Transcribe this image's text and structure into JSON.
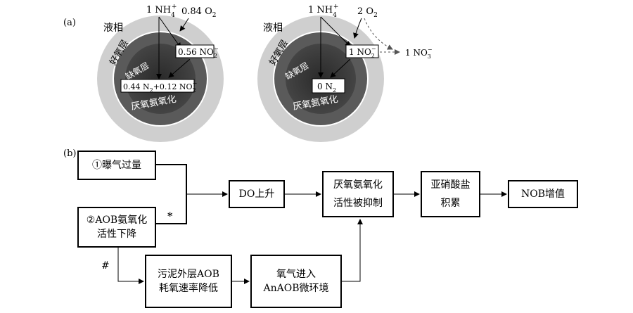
{
  "panel_a": {
    "label": "(a)",
    "left": {
      "liquid": "液相",
      "aerobic": "好氧层",
      "anoxic": "缺氧层",
      "anammox": "厌氧氨氧化",
      "nh4": "1 NH",
      "o2": "0.84 O",
      "no2": "0.56 NO",
      "product_a": "0.44 N",
      "product_b": "+0.12 NO"
    },
    "right": {
      "liquid": "液相",
      "aerobic": "好氧层",
      "anoxic": "缺氧层",
      "anammox": "厌氧氨氧化",
      "nh4": "1 NH",
      "o2": "2 O",
      "no2": "1 NO",
      "no3": "1 NO",
      "product": "0 N"
    },
    "sub2": "2",
    "sub3": "3",
    "sub4": "4",
    "sup_plus": "+",
    "sup_minus": "−"
  },
  "panel_b": {
    "label": "(b)",
    "box1": "①曝气过量",
    "box2_l1": "②AOB氨氧化",
    "box2_l2": "活性下降",
    "box_do": "DO上升",
    "box_inhibit_l1": "厌氧氨氧化",
    "box_inhibit_l2": "活性被抑制",
    "box_accum_l1": "亚硝酸盐",
    "box_accum_l2": "积累",
    "box_nob": "NOB增值",
    "box_sludge_l1": "污泥外层AOB",
    "box_sludge_l2": "耗氧速率降低",
    "box_oxygen_l1": "氧气进入",
    "box_oxygen_l2": "AnAOB微环境",
    "mark_star": "*",
    "mark_hash": "#"
  }
}
